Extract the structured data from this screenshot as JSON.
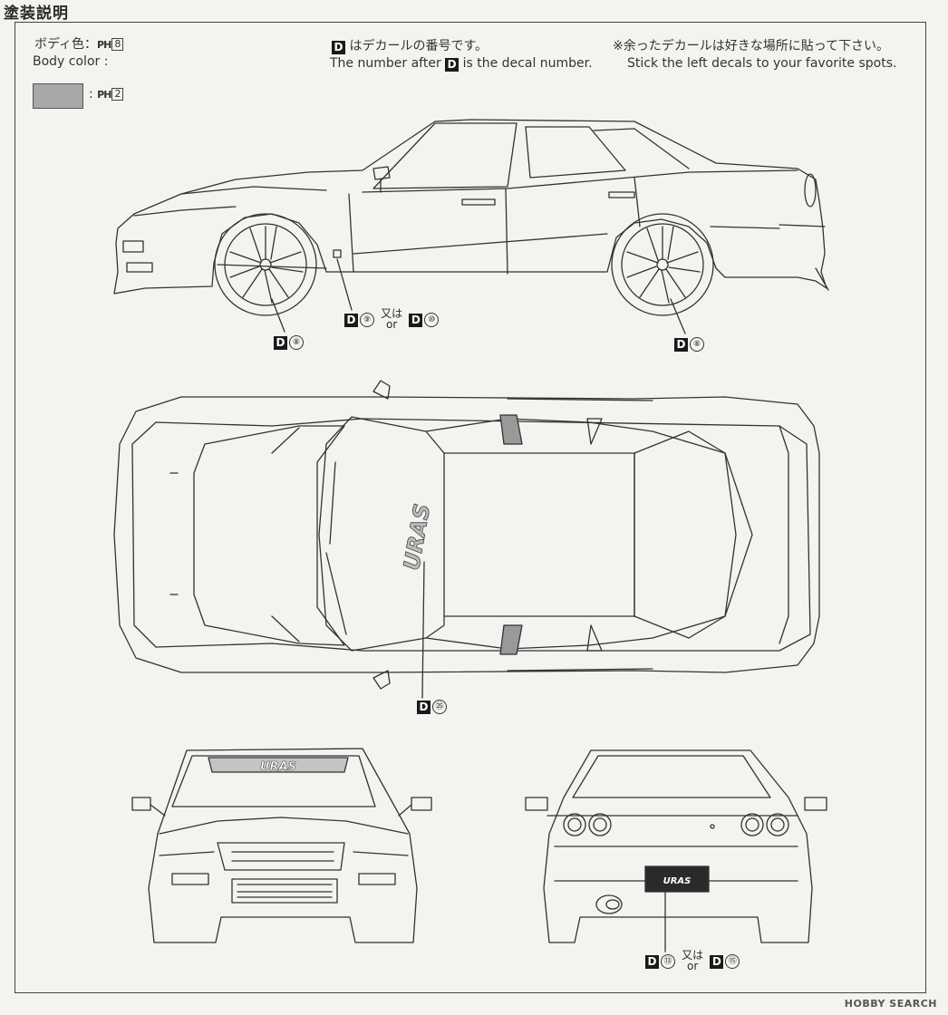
{
  "title": "塗装説明",
  "body_color": {
    "jp_label": "ボディ色：",
    "en_label": "Body color :",
    "paint_prefix": "PH",
    "paint_number": "8"
  },
  "secondary_color": {
    "separator": ":",
    "paint_prefix": "PH",
    "paint_number": "2",
    "swatch_color": "#a8a8a8"
  },
  "decal_note": {
    "letter": "D",
    "jp": "はデカールの番号です。",
    "en_before": "The number after",
    "en_after": "is the decal number."
  },
  "leftover_note": {
    "jp": "※余ったデカールは好きな場所に貼って下さい。",
    "en": "Stick the left decals to your favorite spots."
  },
  "callouts": {
    "side_wheel_front": {
      "letter": "D",
      "num": "⑧"
    },
    "side_wheel_rear": {
      "letter": "D",
      "num": "⑧"
    },
    "side_fender": {
      "letter": "D",
      "num1": "⑨",
      "jp_or": "又は",
      "en_or": "or",
      "letter2": "D",
      "num2": "⑩"
    },
    "top_windshield": {
      "letter": "D",
      "num": "㉕"
    },
    "rear_plate": {
      "letter": "D",
      "num1": "⑬",
      "jp_or": "又は",
      "en_or": "or",
      "letter2": "D",
      "num2": "⑮"
    }
  },
  "decal_text": {
    "windshield_banner": "URAS",
    "rear_plate": "URAS"
  },
  "watermark": "HOBBY SEARCH"
}
